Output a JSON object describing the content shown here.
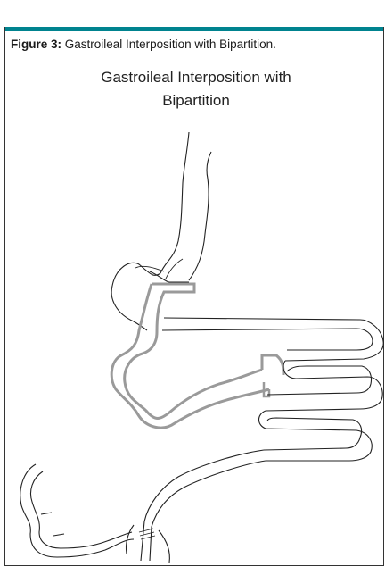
{
  "figure": {
    "label": "Figure 3:",
    "caption": "Gastroileal Interposition with Bipartition."
  },
  "illustration": {
    "title_line1": "Gastroileal Interposition with",
    "title_line2": "Bipartition"
  },
  "colors": {
    "accent": "#00838f",
    "outline": "#222222",
    "highlight_segment": "#9a9a9a"
  }
}
